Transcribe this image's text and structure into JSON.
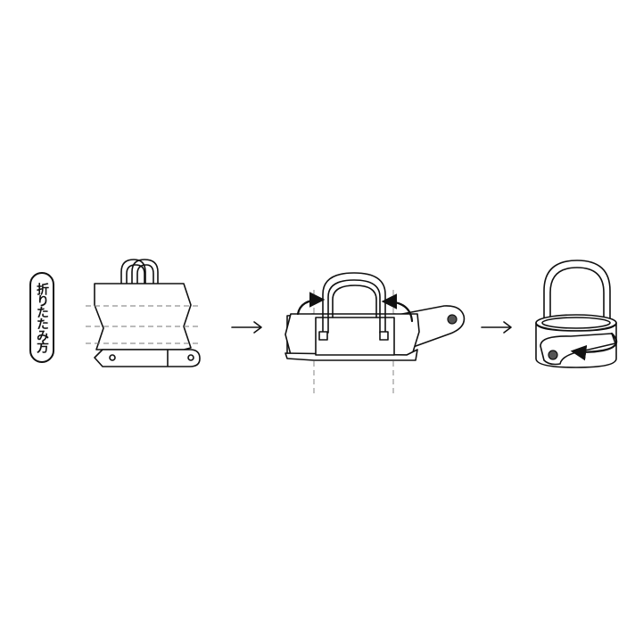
{
  "label": {
    "text": "折りたたみ方"
  },
  "steps": [
    {
      "id": "step-1",
      "illustration": "flat-bag-with-fold-lines"
    },
    {
      "id": "step-2",
      "illustration": "bag-folded-handles-flipped-in"
    },
    {
      "id": "step-3",
      "illustration": "bag-rolled-and-snapped"
    }
  ],
  "icons": {
    "step-arrow": "right-arrow-icon",
    "curved-arrow": "curved-arrow-icon",
    "snap-button": "snap-button-icon"
  }
}
